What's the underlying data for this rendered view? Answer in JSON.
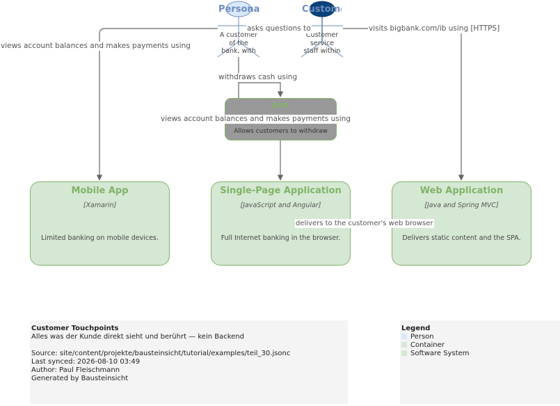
{
  "persons": [
    {
      "name": "Persona",
      "description_lines": [
        "A customer",
        "of the",
        "bank, with"
      ],
      "fill": "#dae8fc",
      "stroke": "#6c8ebf",
      "name_color": "#6c8ebf"
    },
    {
      "name": "Custome",
      "description_lines": [
        "Customer",
        "service",
        "staff within"
      ],
      "fill": "#08427b",
      "stroke": "#073b6f",
      "name_color": "#6c8ebf"
    }
  ],
  "containers": {
    "mobile": {
      "title": "Mobile App",
      "technology": "[Xamarin]",
      "description": "Limited banking on mobile devices."
    },
    "spa": {
      "title": "Single-Page Application",
      "technology": "[JavaScript and Angular]",
      "description": "Full Internet banking in the browser."
    },
    "web": {
      "title": "Web Application",
      "technology": "[Java and Spring MVC]",
      "description": "Delivers static content and the SPA."
    }
  },
  "atm": {
    "title": "ATM",
    "description": "Allows customers to withdraw"
  },
  "relationships": {
    "views_mobile": "views account balances and makes payments using",
    "asks_questions": "asks questions to",
    "visits": "visits bigbank.com/ib using [HTTPS]",
    "withdraws": "withdraws cash using",
    "views_spa": "views account balances and makes payments using",
    "delivers": "delivers to the customer's web browser"
  },
  "footer": {
    "title": "Customer Touchpoints",
    "subtitle": "Alles was der Kunde direkt sieht und berührt — kein Backend",
    "source": "Source: site/content/projekte/bausteinsicht/tutorial/examples/teil_30.jsonc",
    "synced": "Last synced: 2026-08-10 03:49",
    "author": "Author: Paul Fleischmann",
    "generator": "Generated by Bausteinsicht"
  },
  "legend": {
    "title": "Legend",
    "items": [
      {
        "label": "Person",
        "color": "#dae8fc"
      },
      {
        "label": "Container",
        "color": "#d5e8d4"
      },
      {
        "label": "Software System",
        "color": "#d5e8d4"
      }
    ]
  },
  "colors": {
    "edge": "#666666",
    "container_fill": "#d5e8d4",
    "container_stroke": "#82b366",
    "atm_fill": "#999999"
  }
}
